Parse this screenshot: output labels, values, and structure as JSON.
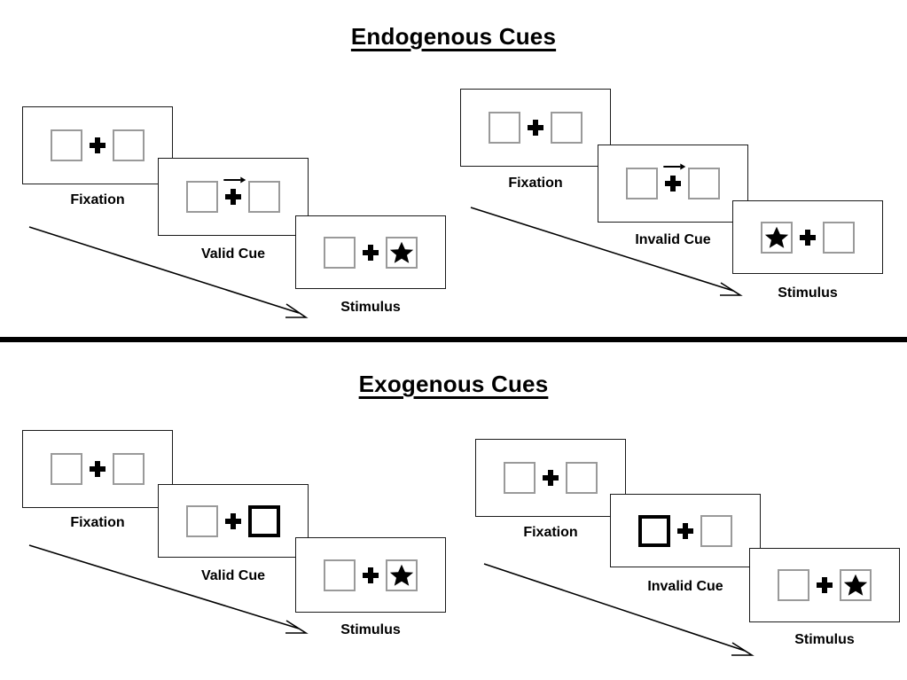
{
  "sections": [
    {
      "id": "endogenous",
      "title": "Endogenous Cues",
      "groups": [
        {
          "id": "endogenous-valid",
          "cue_type_label": "Valid Cue",
          "panels": [
            {
              "label": "Fixation",
              "left_box": "empty",
              "right_box": "empty",
              "arrow": false
            },
            {
              "label": "Valid Cue",
              "left_box": "empty",
              "right_box": "empty",
              "arrow": true,
              "arrow_direction": "right"
            },
            {
              "label": "Stimulus",
              "left_box": "empty",
              "right_box": "star",
              "arrow": false
            }
          ]
        },
        {
          "id": "endogenous-invalid",
          "cue_type_label": "Invalid Cue",
          "panels": [
            {
              "label": "Fixation",
              "left_box": "empty",
              "right_box": "empty",
              "arrow": false
            },
            {
              "label": "Invalid Cue",
              "left_box": "empty",
              "right_box": "empty",
              "arrow": true,
              "arrow_direction": "right"
            },
            {
              "label": "Stimulus",
              "left_box": "star",
              "right_box": "empty",
              "arrow": false
            }
          ]
        }
      ]
    },
    {
      "id": "exogenous",
      "title": "Exogenous Cues",
      "groups": [
        {
          "id": "exogenous-valid",
          "cue_type_label": "Valid Cue",
          "panels": [
            {
              "label": "Fixation",
              "left_box": "empty",
              "right_box": "empty",
              "arrow": false
            },
            {
              "label": "Valid Cue",
              "left_box": "empty",
              "right_box": "cued",
              "arrow": false
            },
            {
              "label": "Stimulus",
              "left_box": "empty",
              "right_box": "star",
              "arrow": false
            }
          ]
        },
        {
          "id": "exogenous-invalid",
          "cue_type_label": "Invalid Cue",
          "panels": [
            {
              "label": "Fixation",
              "left_box": "empty",
              "right_box": "empty",
              "arrow": false
            },
            {
              "label": "Invalid Cue",
              "left_box": "cued",
              "right_box": "empty",
              "arrow": false
            },
            {
              "label": "Stimulus",
              "left_box": "empty",
              "right_box": "star",
              "arrow": false
            }
          ]
        }
      ]
    }
  ],
  "labels": {
    "endogenous_title": "Endogenous Cues",
    "exogenous_title": "Exogenous Cues",
    "fixation": "Fixation",
    "valid_cue": "Valid Cue",
    "invalid_cue": "Invalid Cue",
    "stimulus": "Stimulus",
    "endo_v_fixation": "Fixation",
    "endo_v_cue": "Valid Cue",
    "endo_v_stimulus": "Stimulus",
    "endo_i_fixation": "Fixation",
    "endo_i_cue": "Invalid Cue",
    "endo_i_stimulus": "Stimulus",
    "exo_v_fixation": "Fixation",
    "exo_v_cue": "Valid Cue",
    "exo_v_stimulus": "Stimulus",
    "exo_i_fixation": "Fixation",
    "exo_i_cue": "Invalid Cue",
    "exo_i_stimulus": "Stimulus"
  },
  "colors": {
    "background": "#ffffff",
    "panel_border": "#1a1a1a",
    "box_border": "#9a9a9a",
    "cued_box_border": "#000000",
    "ink": "#000000"
  }
}
